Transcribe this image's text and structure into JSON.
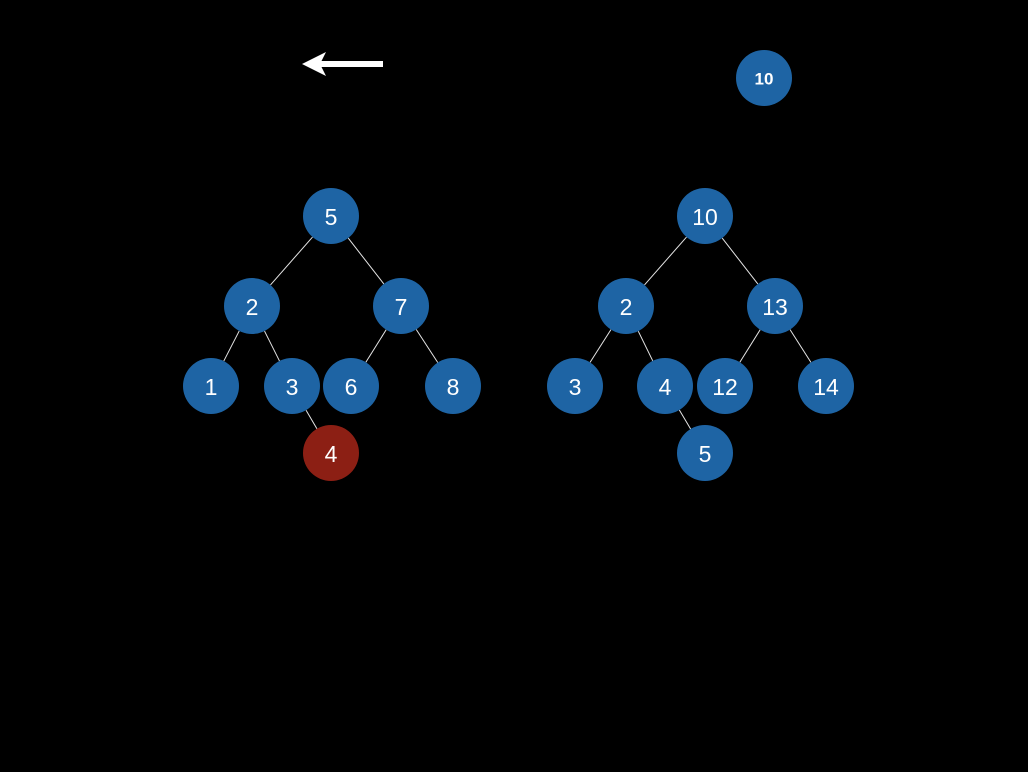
{
  "colors": {
    "background": "#000000",
    "node_fill": "#1e64a4",
    "highlight_fill": "#8c1f14",
    "text": "#ffffff",
    "edge": "#e6e6e6",
    "arrow": "#ffffff"
  },
  "arrow": {
    "icon": "arrow-left-icon",
    "direction": "left"
  },
  "key_node": {
    "label": "10"
  },
  "left_tree": {
    "nodes": [
      {
        "id": "L5",
        "label": "5",
        "state": "normal"
      },
      {
        "id": "L2",
        "label": "2",
        "state": "normal"
      },
      {
        "id": "L7",
        "label": "7",
        "state": "normal"
      },
      {
        "id": "L1",
        "label": "1",
        "state": "normal"
      },
      {
        "id": "L3",
        "label": "3",
        "state": "normal"
      },
      {
        "id": "L6",
        "label": "6",
        "state": "normal"
      },
      {
        "id": "L8",
        "label": "8",
        "state": "normal"
      },
      {
        "id": "L4",
        "label": "4",
        "state": "highlighted"
      }
    ],
    "edges": [
      [
        "L5",
        "L2"
      ],
      [
        "L5",
        "L7"
      ],
      [
        "L2",
        "L1"
      ],
      [
        "L2",
        "L3"
      ],
      [
        "L7",
        "L6"
      ],
      [
        "L7",
        "L8"
      ],
      [
        "L3",
        "L4"
      ]
    ]
  },
  "right_tree": {
    "nodes": [
      {
        "id": "R10",
        "label": "10",
        "state": "normal"
      },
      {
        "id": "R2",
        "label": "2",
        "state": "normal"
      },
      {
        "id": "R13",
        "label": "13",
        "state": "normal"
      },
      {
        "id": "R3",
        "label": "3",
        "state": "normal"
      },
      {
        "id": "R4",
        "label": "4",
        "state": "normal"
      },
      {
        "id": "R12",
        "label": "12",
        "state": "normal"
      },
      {
        "id": "R14",
        "label": "14",
        "state": "normal"
      },
      {
        "id": "R5",
        "label": "5",
        "state": "normal"
      }
    ],
    "edges": [
      [
        "R10",
        "R2"
      ],
      [
        "R10",
        "R13"
      ],
      [
        "R2",
        "R3"
      ],
      [
        "R2",
        "R4"
      ],
      [
        "R13",
        "R12"
      ],
      [
        "R13",
        "R14"
      ],
      [
        "R4",
        "R5"
      ]
    ]
  }
}
